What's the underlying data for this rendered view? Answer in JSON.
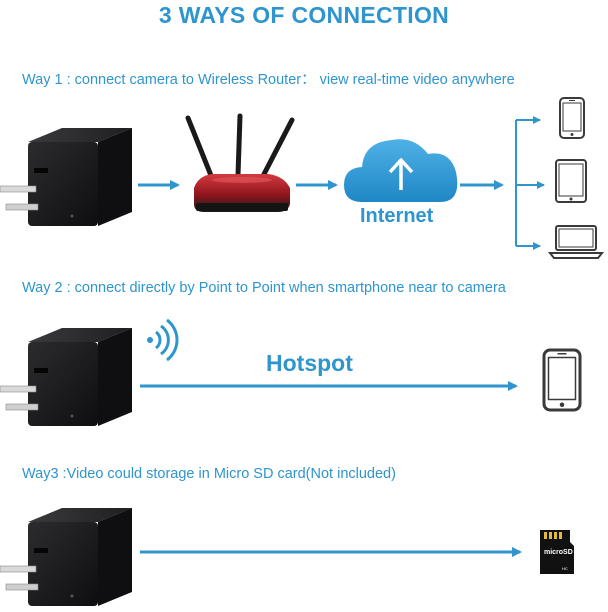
{
  "title": "3 WAYS OF CONNECTION",
  "ways": [
    {
      "label": "Way 1 : connect camera to Wireless Router： view real-time video anywhere"
    },
    {
      "label": "Way 2 : connect directly by Point to Point when smartphone near to camera"
    },
    {
      "label": "Way3 :Video could storage in Micro SD card(Not included)"
    }
  ],
  "internet_label": "Internet",
  "hotspot_label": "Hotspot",
  "sd_card_text": "microSD",
  "icons": {
    "camera": "camera-charger-icon",
    "router": "wireless-router-icon",
    "cloud": "cloud-upload-icon",
    "phone": "smartphone-icon",
    "tablet": "tablet-icon",
    "laptop": "laptop-icon",
    "wifi": "wifi-signal-icon",
    "sd": "micro-sd-card-icon"
  },
  "colors": {
    "accent": "#2e95cf",
    "camera": "#1c1c1e",
    "router_red": "#b8202a"
  }
}
